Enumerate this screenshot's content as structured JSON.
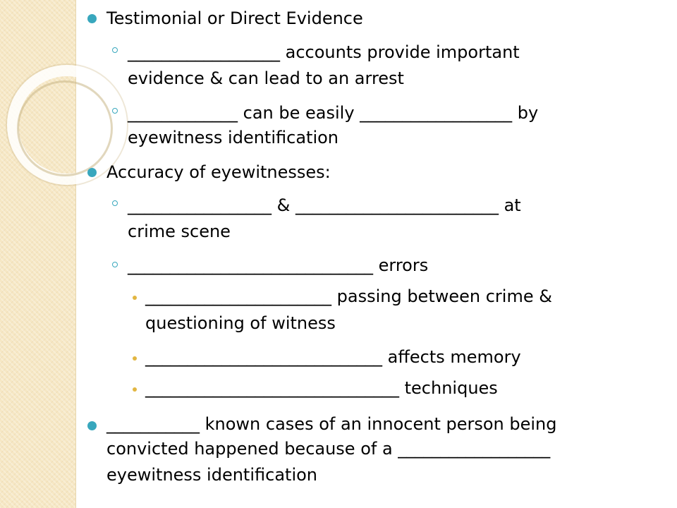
{
  "slide": {
    "items": [
      {
        "level": 1,
        "lines": [
          "Testimonial or Direct Evidence"
        ]
      },
      {
        "level": 2,
        "lines": [
          "__________________ accounts provide important",
          "evidence & can lead to an arrest"
        ]
      },
      {
        "level": 2,
        "lines": [
          "_____________ can be easily __________________ by",
          "eyewitness identification"
        ]
      },
      {
        "level": 1,
        "lines": [
          "Accuracy of eyewitnesses:"
        ]
      },
      {
        "level": 2,
        "lines": [
          "_________________ & ________________________ at",
          "crime scene"
        ]
      },
      {
        "level": 2,
        "lines": [
          "_____________________________ errors"
        ]
      },
      {
        "level": 3,
        "lines": [
          "______________________ passing between crime &",
          "questioning of witness"
        ]
      },
      {
        "level": 3,
        "lines": [
          "____________________________ affects memory"
        ]
      },
      {
        "level": 3,
        "lines": [
          "______________________________ techniques"
        ]
      },
      {
        "level": 1,
        "lines": [
          "___________ known cases of an innocent person being",
          "convicted happened because of a __________________",
          "eyewitness identification"
        ]
      }
    ]
  },
  "colors": {
    "panel": "#f6e7c4",
    "bullet_level1": "#38a7bd",
    "bullet_level2": "#38a7bd",
    "bullet_level3": "#e2b642",
    "text": "#000000"
  }
}
